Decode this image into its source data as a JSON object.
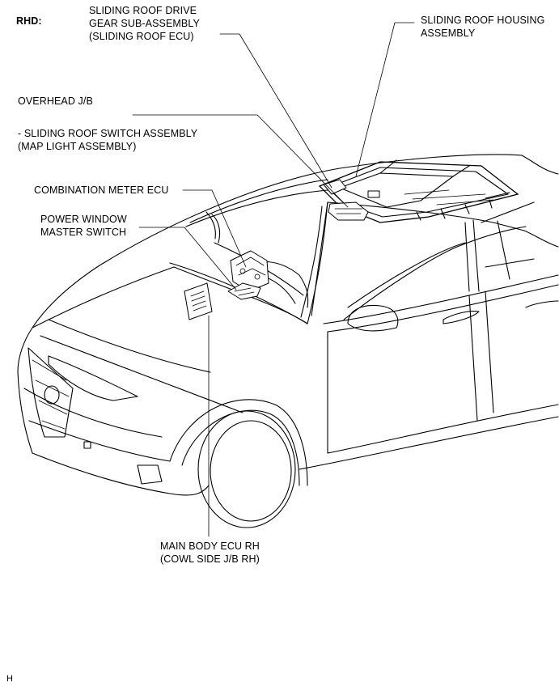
{
  "header": {
    "region": "RHD:"
  },
  "labels": {
    "sliding_roof_drive": [
      "SLIDING ROOF DRIVE",
      "GEAR SUB-ASSEMBLY",
      "(SLIDING ROOF ECU)"
    ],
    "sliding_roof_housing": [
      "SLIDING ROOF HOUSING",
      "ASSEMBLY"
    ],
    "overhead_jb": [
      "OVERHEAD J/B"
    ],
    "sliding_roof_switch": [
      "- SLIDING ROOF SWITCH ASSEMBLY",
      "(MAP LIGHT ASSEMBLY)"
    ],
    "combination_meter": [
      "COMBINATION METER ECU"
    ],
    "power_window": [
      "POWER WINDOW",
      "MASTER SWITCH"
    ],
    "main_body_ecu": [
      "MAIN BODY ECU RH",
      "(COWL SIDE J/B RH)"
    ]
  },
  "footer": {
    "code": "H"
  }
}
